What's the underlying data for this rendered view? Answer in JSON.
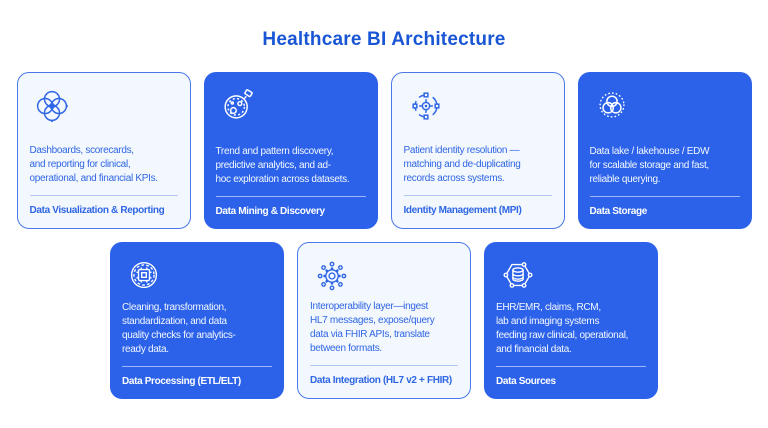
{
  "page": {
    "title": "Healthcare BI Architecture"
  },
  "colors": {
    "title_text": "#1956D6",
    "blue_card_bg": "#2B62E9",
    "light_card_bg": "#F3F7FE",
    "light_card_border": "#4A78E8",
    "light_card_text": "#2E66E4",
    "blue_card_text": "#FFFFFF"
  },
  "cards": [
    {
      "title": "Data Visualization & Reporting",
      "body": "Dashboards, scorecards,\nand reporting for clinical,\noperational, and financial KPIs.",
      "variant": "light",
      "icon": "clover-venn-icon"
    },
    {
      "title": "Data Mining & Discovery",
      "body": "Trend and pattern discovery,\npredictive analytics, and ad-\nhoc exploration across datasets.",
      "variant": "blue",
      "icon": "petri-dish-icon"
    },
    {
      "title": "Identity Management (MPI)",
      "body": "Patient identity resolution —\nmatching and de-duplicating\nrecords across systems.",
      "variant": "light",
      "icon": "target-nodes-icon"
    },
    {
      "title": "Data Storage",
      "body": "Data lake / lakehouse / EDW\nfor scalable storage and fast,\nreliable querying.",
      "variant": "blue",
      "icon": "venn-dotted-circle-icon"
    },
    {
      "title": "Data Processing (ETL/ELT)",
      "body": "Cleaning, transformation,\nstandardization, and data\nquality checks for analytics-\nready data.",
      "variant": "blue",
      "icon": "chip-rings-icon"
    },
    {
      "title": "Data Integration (HL7 v2 + FHIR)",
      "body": "Interoperability layer—ingest\nHL7 messages, expose/query\ndata via FHIR APIs, translate\nbetween formats.",
      "variant": "light",
      "icon": "gear-network-icon"
    },
    {
      "title": "Data Sources",
      "body": "EHR/EMR, claims, RCM,\nlab and imaging systems\nfeeding raw clinical, operational,\nand financial data.",
      "variant": "blue",
      "icon": "database-hexagon-icon"
    }
  ]
}
